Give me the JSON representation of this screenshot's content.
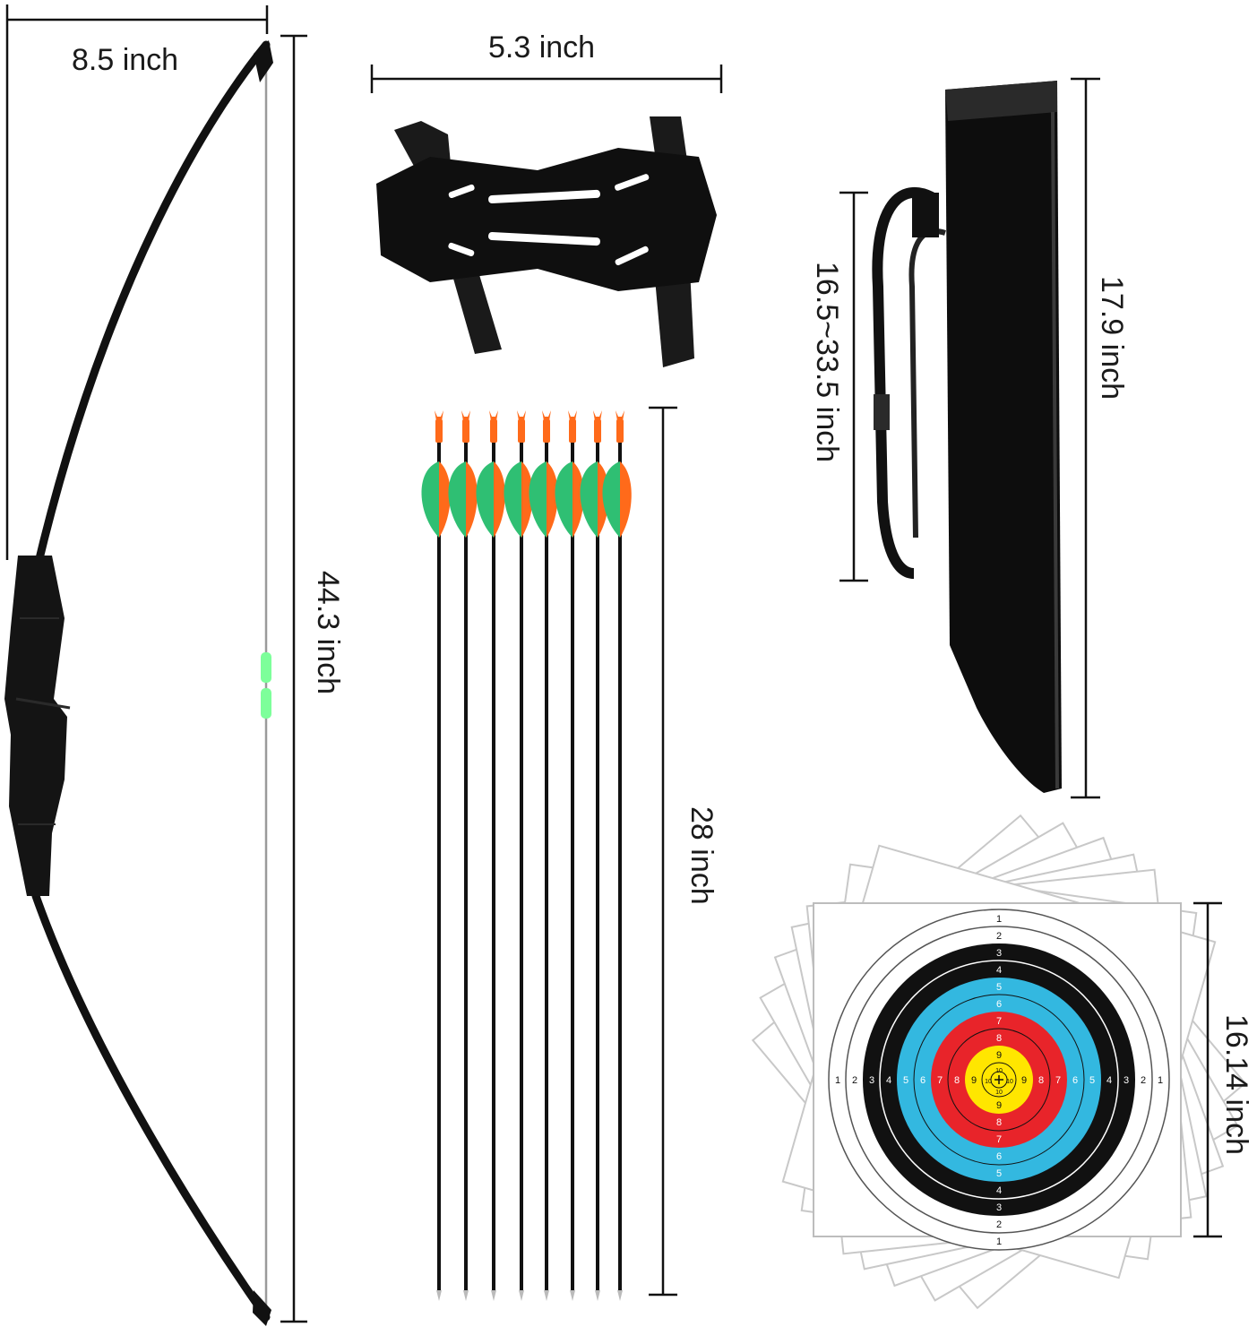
{
  "dimensions": {
    "bow_width": "8.5 inch",
    "bow_length": "44.3 inch",
    "arm_guard_width": "5.3 inch",
    "arrow_length": "28 inch",
    "quiver_strap": "16.5~33.5 inch",
    "quiver_length": "17.9 inch",
    "target_size": "16.14 inch"
  },
  "target": {
    "ring_numbers": [
      "1",
      "2",
      "3",
      "4",
      "5",
      "6",
      "7",
      "8",
      "9",
      "10"
    ]
  },
  "colors": {
    "bow": "#111111",
    "string_marker": "#7dff9a",
    "arrow_nock": "#ff6a1a",
    "arrow_fletch_green": "#2fbf73",
    "arrow_fletch_orange": "#ff6a1a",
    "target_black": "#111111",
    "target_blue": "#33b8e0",
    "target_red": "#e8242a",
    "target_yellow": "#ffe600"
  },
  "icons": [
    "bow-icon",
    "arm-guard-icon",
    "quiver-icon",
    "arrow-icon",
    "target-face-icon"
  ]
}
